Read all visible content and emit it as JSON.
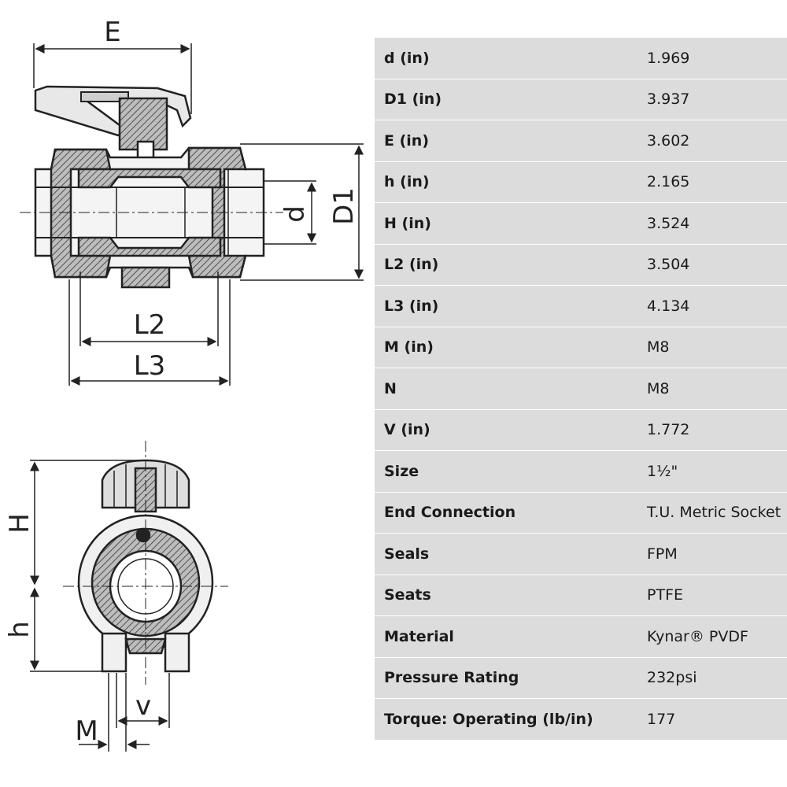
{
  "dimension_labels": {
    "E": "E",
    "D1": "D1",
    "d": "d",
    "L2": "L2",
    "L3": "L3",
    "H": "H",
    "h": "h",
    "v": "v",
    "M": "M"
  },
  "specs": [
    {
      "label": "d (in)",
      "value": "1.969"
    },
    {
      "label": "D1 (in)",
      "value": "3.937"
    },
    {
      "label": "E (in)",
      "value": "3.602"
    },
    {
      "label": "h (in)",
      "value": "2.165"
    },
    {
      "label": "H (in)",
      "value": "3.524"
    },
    {
      "label": "L2 (in)",
      "value": "3.504"
    },
    {
      "label": "L3 (in)",
      "value": "4.134"
    },
    {
      "label": "M (in)",
      "value": "M8"
    },
    {
      "label": "N",
      "value": "M8"
    },
    {
      "label": "V (in)",
      "value": "1.772"
    },
    {
      "label": "Size",
      "value": "1½\""
    },
    {
      "label": "End Connection",
      "value": "T.U. Metric Socket"
    },
    {
      "label": "Seals",
      "value": "FPM"
    },
    {
      "label": "Seats",
      "value": "PTFE"
    },
    {
      "label": "Material",
      "value": "Kynar® PVDF"
    },
    {
      "label": "Pressure Rating",
      "value": "232psi"
    },
    {
      "label": "Torque: Operating (lb/in)",
      "value": "177"
    }
  ],
  "colors": {
    "table_bg": "#dcdcdc",
    "line": "#222222",
    "hatch_fill": "#9a9a9a"
  }
}
